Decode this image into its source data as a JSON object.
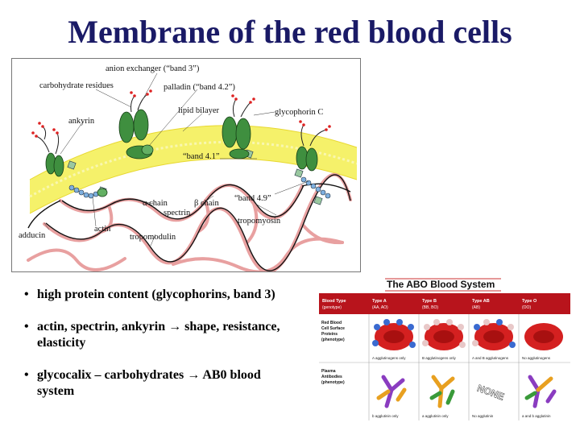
{
  "title": "Membrane of the red blood cells",
  "diagram": {
    "labels": {
      "anion_exchanger": "anion exchanger (“band 3”)",
      "carbohydrate_residues": "carbohydrate residues",
      "palladin": "palladin (“band 4.2”)",
      "lipid_bilayer": "lipid bilayer",
      "glycophorin_c": "glycophorin C",
      "ankyrin": "ankyrin",
      "band_41": "“band 4.1”",
      "alpha_chain": "α chain",
      "beta_chain": "β chain",
      "spectrin": "spectrin",
      "band_49": "“band 4.9”",
      "tropomyosin": "tropomyosin",
      "adducin": "adducin",
      "actin": "actin",
      "tropomodulin": "tropomodulin"
    }
  },
  "bullets": [
    "high protein content (glycophorins, band 3)",
    "actin, spectrin, ankyrin → shape, resistance, elasticity",
    "glycocalix – carbohydrates → AB0 blood system"
  ],
  "abo": {
    "title": "The ABO Blood System",
    "headers": [
      {
        "name": "Blood Type",
        "sub": "(genotype)"
      },
      {
        "name": "Type A",
        "sub": "(AA, AO)"
      },
      {
        "name": "Type B",
        "sub": "(BB, BO)"
      },
      {
        "name": "Type AB",
        "sub": "(AB)"
      },
      {
        "name": "Type O",
        "sub": "(OO)"
      }
    ],
    "row1_label": [
      "Red Blood",
      "Cell Surface",
      "Proteins",
      "(phenotype)"
    ],
    "row1_captions": [
      "A agglutinogens only",
      "B agglutinogens only",
      "A and B agglutinogens",
      "No agglutinogens"
    ],
    "row2_label": [
      "Plasma",
      "Antibodies",
      "(phenotype)"
    ],
    "row2_captions": [
      "b agglutinin only",
      "a agglutinin only",
      "No agglutinin",
      "a and b agglutinin"
    ],
    "none_text": "NONE"
  }
}
